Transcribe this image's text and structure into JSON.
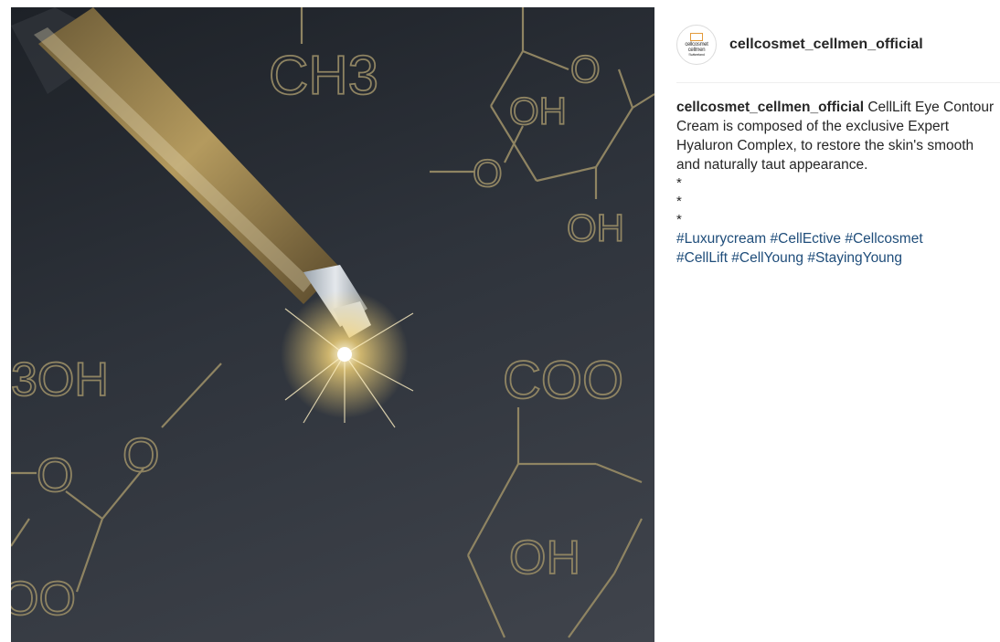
{
  "post": {
    "username": "cellcosmet_cellmen_official",
    "avatar_text": [
      "cellcosmet",
      "cellmen",
      "Switzerland"
    ],
    "caption_user": "cellcosmet_cellmen_official",
    "caption_text": " CellLift Eye Contour Cream is composed of the exclusive Expert Hyaluron Complex, to restore the skin's smooth and naturally taut appearance.",
    "separators": [
      "*",
      "*",
      "*"
    ],
    "hashtags_line1": "#Luxurycream #CellEctive #Cellcosmet",
    "hashtags_line2": "#CellLift #CellYoung #StayingYoung"
  },
  "image": {
    "formula_texts": [
      "CH3",
      "OH",
      "OH",
      "3OH",
      "COO",
      "O",
      "O",
      "O",
      "OH",
      "O"
    ]
  },
  "colors": {
    "hashtag": "#1f4d7a",
    "formula": "#8f8462"
  }
}
